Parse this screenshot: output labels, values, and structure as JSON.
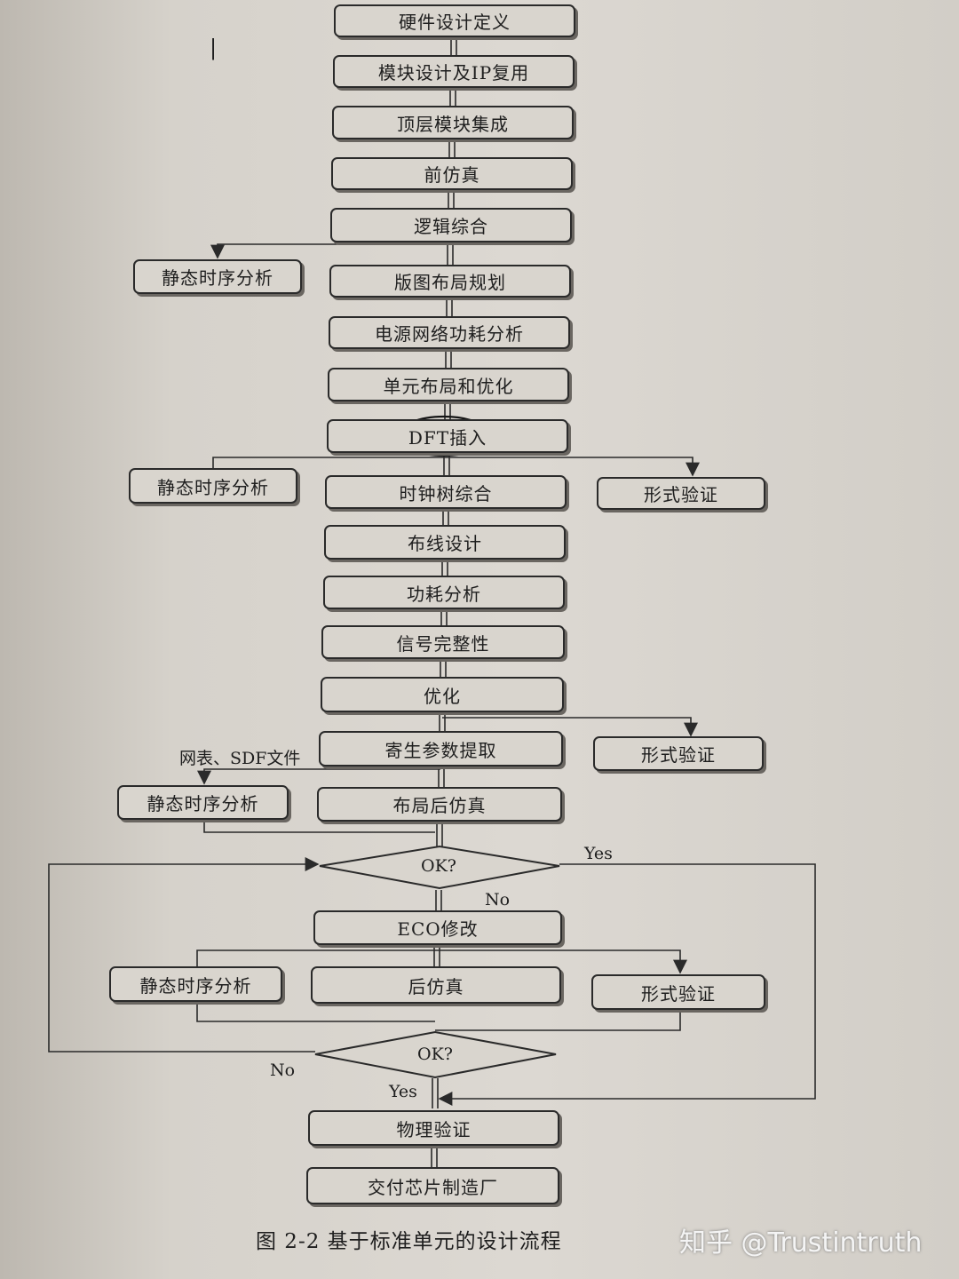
{
  "boxes": {
    "hw_define": "硬件设计定义",
    "module_ip": "模块设计及IP复用",
    "top_integration": "顶层模块集成",
    "pre_sim": "前仿真",
    "logic_synth": "逻辑综合",
    "sta_1": "静态时序分析",
    "floorplan": "版图布局规划",
    "power_grid": "电源网络功耗分析",
    "placement": "单元布局和优化",
    "dft": "DFT插入",
    "sta_2": "静态时序分析",
    "cts": "时钟树综合",
    "fv_1": "形式验证",
    "routing": "布线设计",
    "power_analysis": "功耗分析",
    "signal_integrity": "信号完整性",
    "optimize": "优化",
    "extraction": "寄生参数提取",
    "fv_2": "形式验证",
    "sta_3": "静态时序分析",
    "post_sim": "布局后仿真",
    "eco": "ECO修改",
    "sta_4": "静态时序分析",
    "post_sim_2": "后仿真",
    "fv_3": "形式验证",
    "phys_verify": "物理验证",
    "tapeout": "交付芯片制造厂"
  },
  "decisions": {
    "ok_1": "OK?",
    "ok_2": "OK?"
  },
  "labels": {
    "netlist_sdf": "网表、SDF文件",
    "yes_1": "Yes",
    "no_1": "No",
    "no_2": "No",
    "yes_2": "Yes"
  },
  "caption": "图 2-2    基于标准单元的设计流程",
  "watermark": "知乎 @Trustintruth"
}
